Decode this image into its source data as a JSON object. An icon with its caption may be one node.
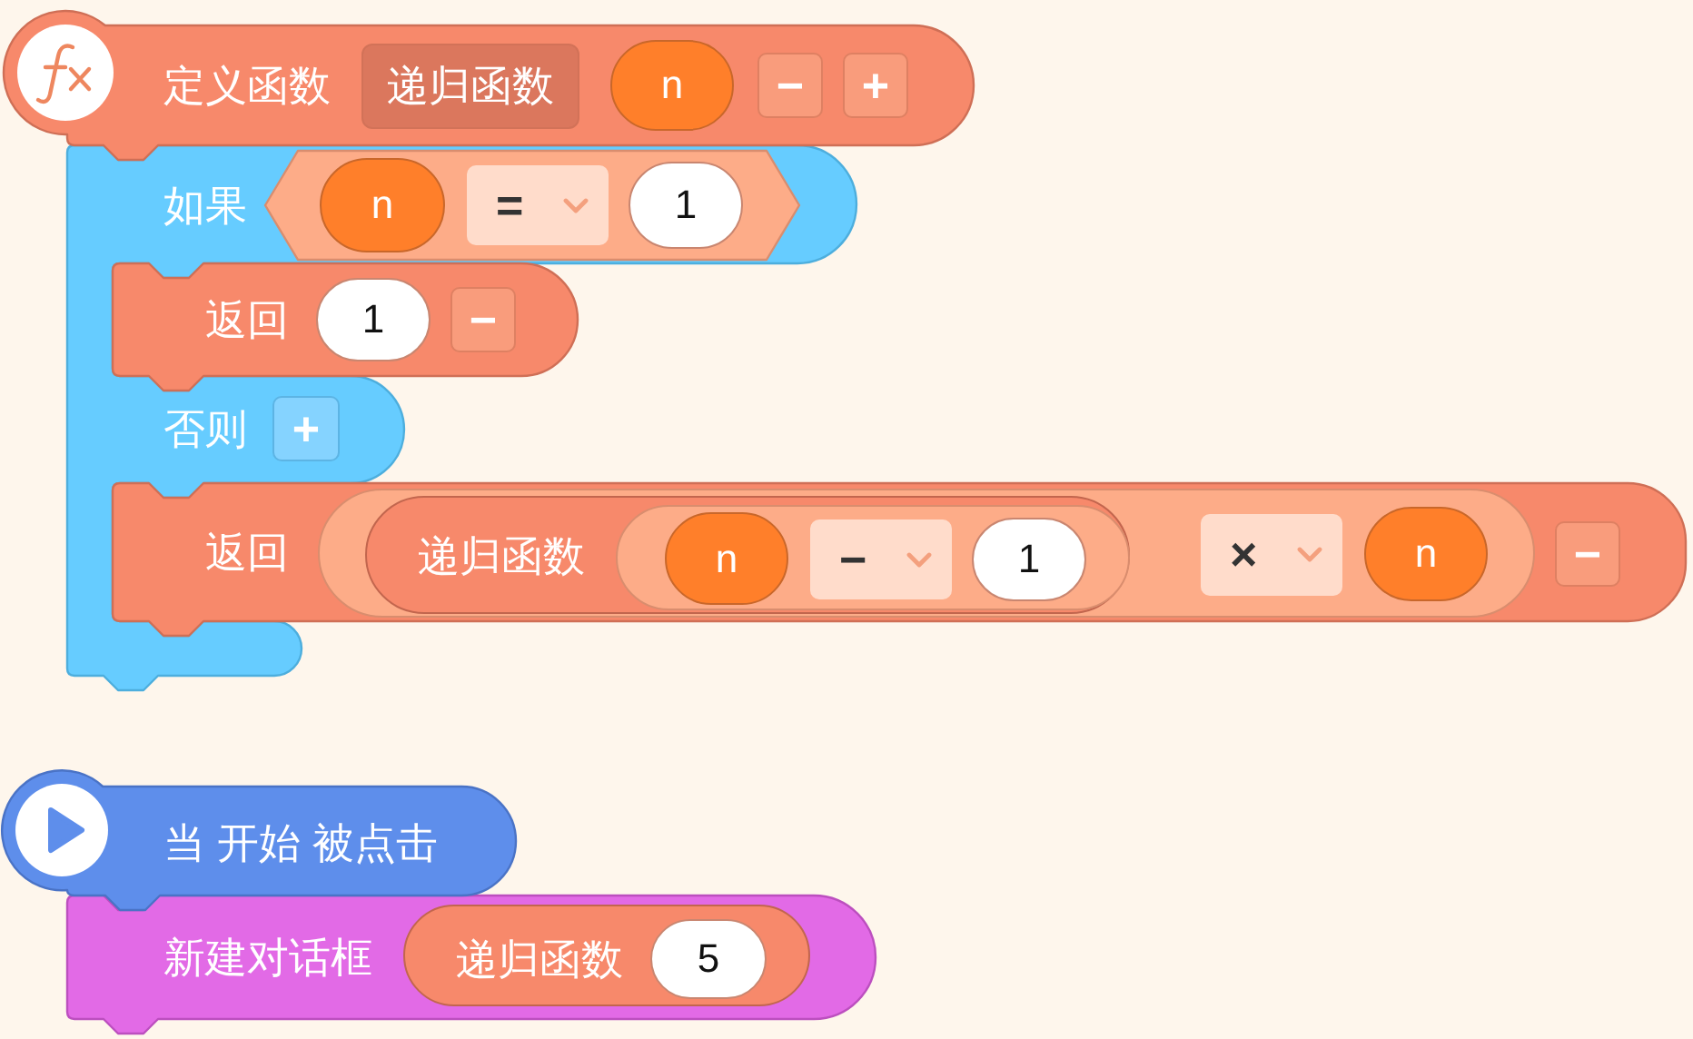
{
  "diagram": {
    "nodes": [
      {
        "text": [
          "定义函数"
        ]
      },
      {
        "text": [
          "递归函数"
        ],
        "in": 0
      },
      {
        "text": [
          "n"
        ],
        "in": 0
      },
      {
        "text": [
          "−"
        ],
        "in": 0
      },
      {
        "text": [
          "+"
        ],
        "in": 0
      },
      {
        "text": [
          "如果",
          "否则"
        ]
      },
      {
        "text": [],
        "shape": "hexagon",
        "in": 5
      },
      {
        "text": [
          "n"
        ],
        "in": 6
      },
      {
        "text": [
          "="
        ],
        "in": 6
      },
      {
        "text": [
          "1"
        ],
        "in": 6
      },
      {
        "text": [
          "返回"
        ]
      },
      {
        "text": [
          "1"
        ],
        "in": 10
      },
      {
        "text": [
          "−"
        ],
        "in": 10
      },
      {
        "text": [
          "+"
        ],
        "in": 5
      },
      {
        "text": [
          "返回"
        ]
      },
      {
        "text": [],
        "shape": "box",
        "in": 14
      },
      {
        "text": [
          "递归函数"
        ],
        "in": 15
      },
      {
        "text": [],
        "shape": "box",
        "in": 16
      },
      {
        "text": [
          "n"
        ],
        "in": 17
      },
      {
        "text": [
          "−"
        ],
        "in": 17
      },
      {
        "text": [
          "1"
        ],
        "in": 17
      },
      {
        "text": [
          "×"
        ],
        "in": 15
      },
      {
        "text": [
          "n"
        ],
        "in": 15
      },
      {
        "text": [
          "−"
        ],
        "in": 14
      },
      {
        "text": [
          "当 开始 被点击"
        ]
      },
      {
        "text": [
          "新建对话框"
        ]
      },
      {
        "text": [
          "递归函数"
        ],
        "in": 25
      },
      {
        "text": [
          "5"
        ],
        "in": 26
      }
    ]
  }
}
